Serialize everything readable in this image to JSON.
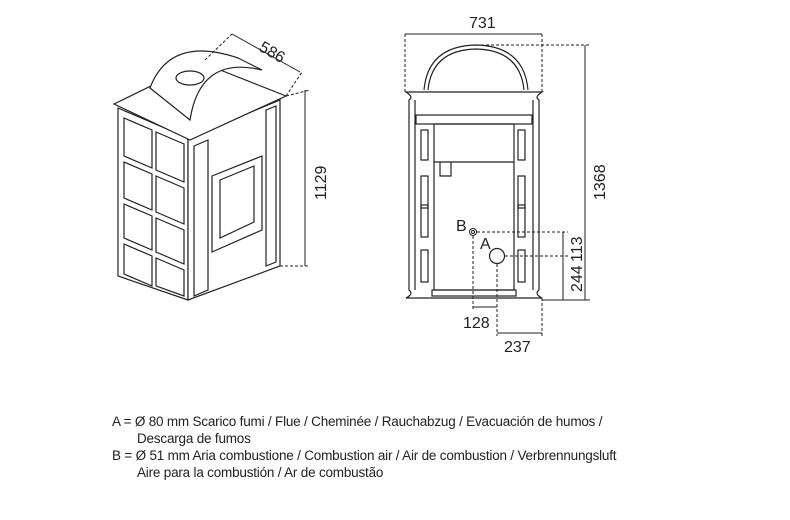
{
  "dimensions": {
    "depth": "586",
    "height_left": "1129",
    "width": "731",
    "height_total": "1368",
    "a_height": "244",
    "b_height": "113",
    "b_offset": "128",
    "a_offset": "237"
  },
  "labels": {
    "a": "A",
    "b": "B"
  },
  "legend": {
    "a_line1": "A = Ø 80 mm  Scarico fumi / Flue / Cheminée / Rauchabzug / Evacuación de humos /",
    "a_line2": "Descarga de fumos",
    "b_line1": "B = Ø 51 mm  Aria combustione / Combustion air / Air de combustion / Verbrennungsluft",
    "b_line2": "Aire para la combustión / Ar de combustão"
  }
}
